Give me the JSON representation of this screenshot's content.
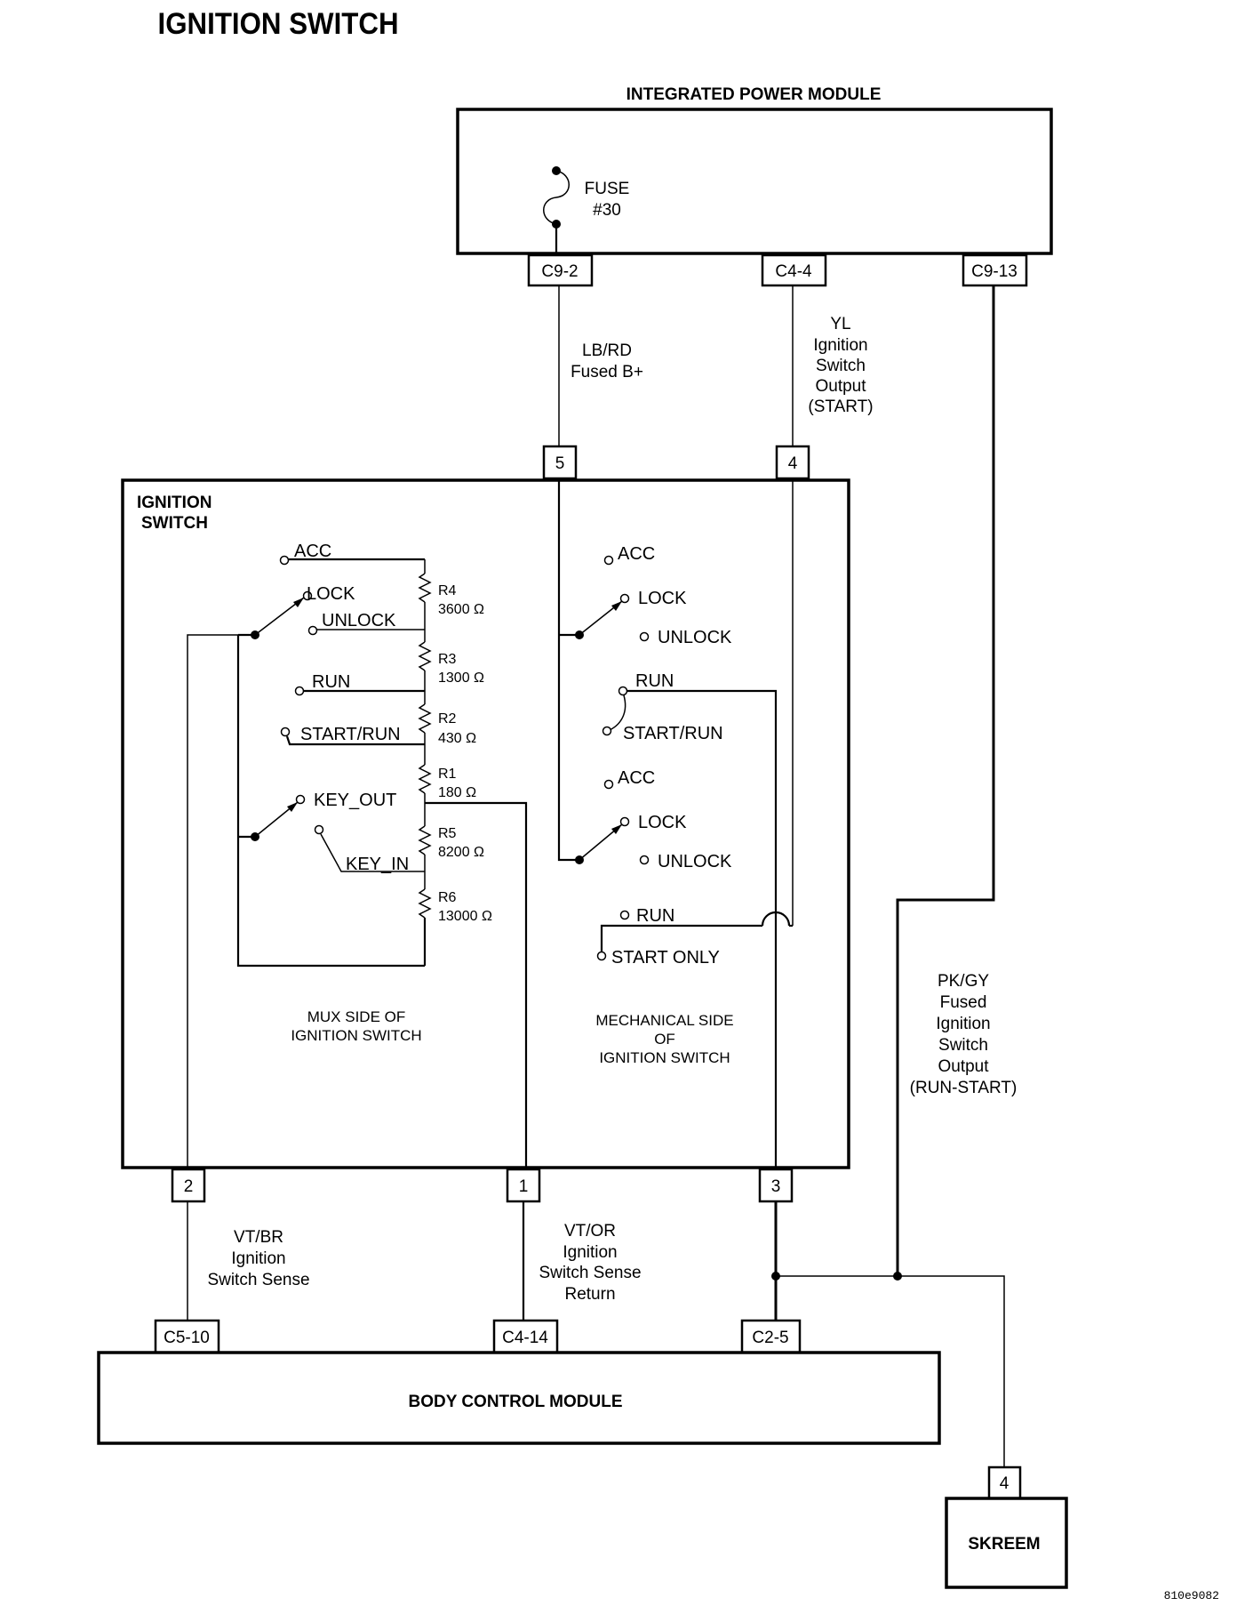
{
  "title": "IGNITION SWITCH",
  "figure_id": "810e9082",
  "modules": {
    "ipm": {
      "label": "INTEGRATED POWER MODULE",
      "fuse": {
        "line1": "FUSE",
        "line2": "#30"
      },
      "pins": [
        "C9-2",
        "C4-4",
        "C9-13"
      ]
    },
    "ignition_switch": {
      "label_line1": "IGNITION",
      "label_line2": "SWITCH",
      "top_pins": [
        "5",
        "4"
      ],
      "bottom_pins": [
        "2",
        "1",
        "3"
      ],
      "mux_side": {
        "caption_line1": "MUX SIDE OF",
        "caption_line2": "IGNITION SWITCH",
        "positions": [
          "ACC",
          "LOCK",
          "UNLOCK",
          "RUN",
          "START/RUN",
          "KEY_OUT",
          "KEY_IN"
        ],
        "resistors": [
          {
            "name": "R4",
            "value": "3600 Ω"
          },
          {
            "name": "R3",
            "value": "1300 Ω"
          },
          {
            "name": "R2",
            "value": "430 Ω"
          },
          {
            "name": "R1",
            "value": "180 Ω"
          },
          {
            "name": "R5",
            "value": "8200 Ω"
          },
          {
            "name": "R6",
            "value": "13000 Ω"
          }
        ]
      },
      "mechanical_side": {
        "caption_line1": "MECHANICAL SIDE",
        "caption_line2": "OF",
        "caption_line3": "IGNITION SWITCH",
        "upper_positions": [
          "ACC",
          "LOCK",
          "UNLOCK",
          "RUN",
          "START/RUN"
        ],
        "lower_positions": [
          "ACC",
          "LOCK",
          "UNLOCK",
          "RUN",
          "START ONLY"
        ]
      }
    },
    "bcm": {
      "label": "BODY CONTROL MODULE",
      "pins": [
        "C5-10",
        "C4-14",
        "C2-5"
      ]
    },
    "skreem": {
      "label": "SKREEM",
      "pin": "4"
    }
  },
  "wires": {
    "lb_rd": {
      "color": "LB/RD",
      "desc": "Fused B+"
    },
    "yl": {
      "color": "YL",
      "desc_lines": [
        "Ignition",
        "Switch",
        "Output",
        "(START)"
      ]
    },
    "pk_gy": {
      "color": "PK/GY",
      "desc_lines": [
        "Fused",
        "Ignition",
        "Switch",
        "Output",
        "(RUN-START)"
      ]
    },
    "vt_br": {
      "color": "VT/BR",
      "desc_lines": [
        "Ignition",
        "Switch Sense"
      ]
    },
    "vt_or": {
      "color": "VT/OR",
      "desc_lines": [
        "Ignition",
        "Switch Sense",
        "Return"
      ]
    }
  }
}
